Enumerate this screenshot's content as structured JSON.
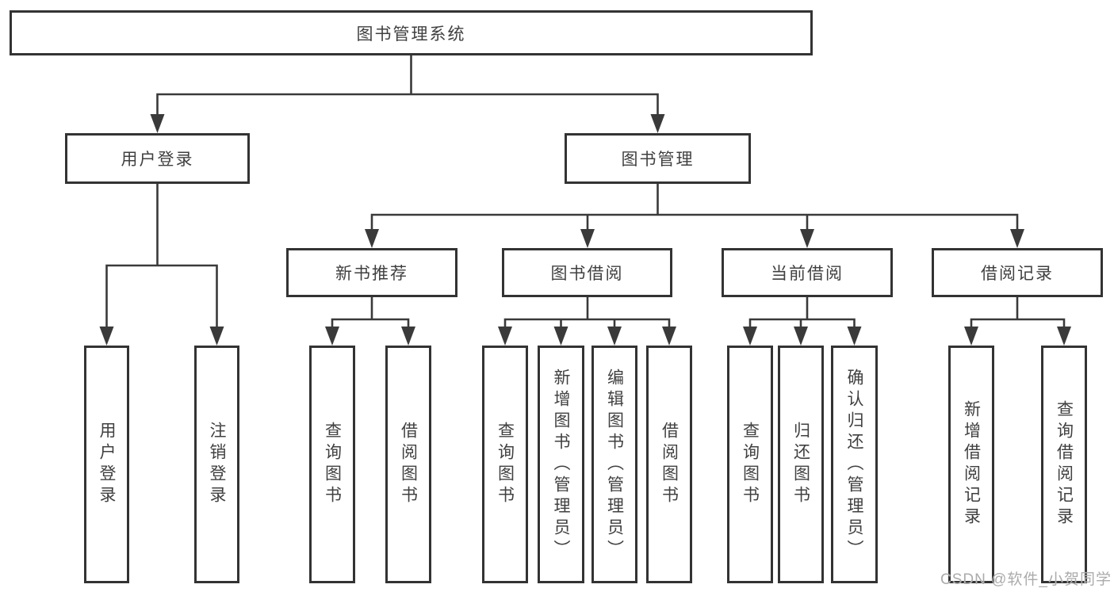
{
  "tree": {
    "root": {
      "label": "图书管理系统"
    },
    "branches": [
      {
        "label": "用户登录",
        "children": [
          {
            "label": "用户登录"
          },
          {
            "label": "注销登录"
          }
        ]
      },
      {
        "label": "图书管理",
        "groups": [
          {
            "label": "新书推荐",
            "children": [
              {
                "label": "查询图书"
              },
              {
                "label": "借阅图书"
              }
            ]
          },
          {
            "label": "图书借阅",
            "children": [
              {
                "label": "查询图书"
              },
              {
                "label": "新增图书（管理员）"
              },
              {
                "label": "编辑图书（管理员）"
              },
              {
                "label": "借阅图书"
              }
            ]
          },
          {
            "label": "当前借阅",
            "children": [
              {
                "label": "查询图书"
              },
              {
                "label": "归还图书"
              },
              {
                "label": "确认归还（管理员）"
              }
            ]
          },
          {
            "label": "借阅记录",
            "children": [
              {
                "label": "新增借阅记录"
              },
              {
                "label": "查询借阅记录"
              }
            ]
          }
        ]
      }
    ]
  },
  "watermark": {
    "text": "CSDN @软件_小贺同学"
  },
  "colors": {
    "line": "#3a3a3a",
    "box_border": "#333333",
    "text": "#404040",
    "watermark": "#ababab",
    "background": "#ffffff"
  }
}
